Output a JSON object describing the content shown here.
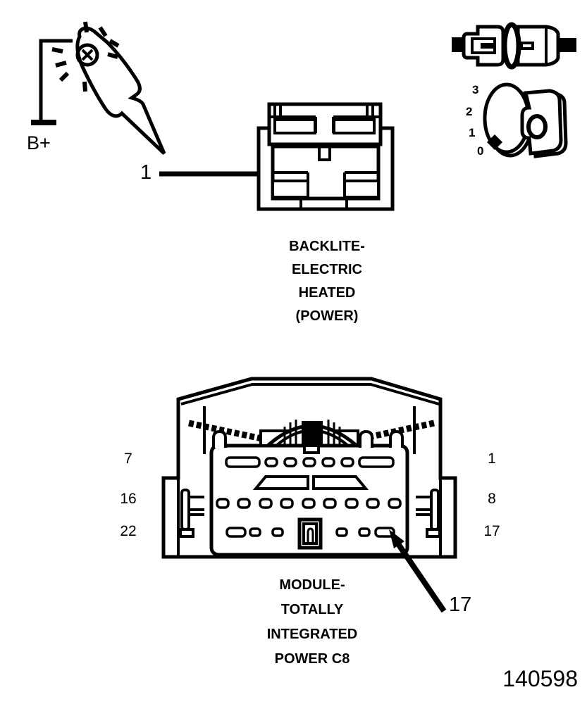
{
  "figure": {
    "number": "140598"
  },
  "test_light": {
    "terminal_label": "B+"
  },
  "backlite": {
    "callout_label": "1",
    "caption": [
      "BACKLITE-",
      "ELECTRIC",
      "HEATED",
      "(POWER)"
    ]
  },
  "icons": {
    "ignition_positions": [
      "3",
      "2",
      "1",
      "0"
    ]
  },
  "tipm": {
    "left_pins": [
      "7",
      "16",
      "22"
    ],
    "right_pins": [
      "1",
      "8",
      "17"
    ],
    "callout_label": "17",
    "caption": [
      "MODULE-",
      "TOTALLY",
      "INTEGRATED",
      "POWER C8"
    ]
  }
}
